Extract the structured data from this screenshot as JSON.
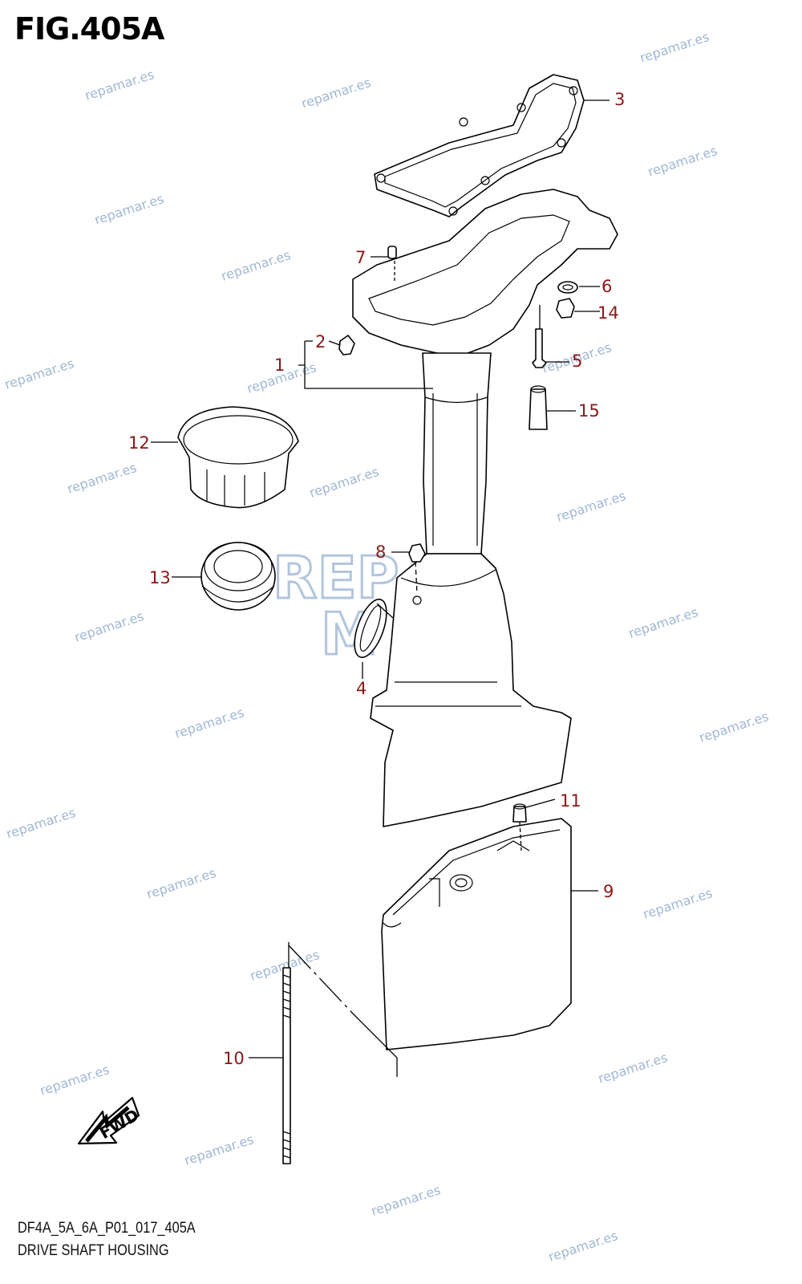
{
  "figure_title": "FIG.405A",
  "footer_code": "DF4A_5A_6A_P01_017_405A",
  "footer_name": "DRIVE SHAFT HOUSING",
  "watermark_text": "repamar.es",
  "logo_text_top": "REP",
  "logo_text_bottom": "M  R",
  "fwd_label": "FWD",
  "callout_color": "#8a1818",
  "watermark_color": "#9fb7d4",
  "callouts": {
    "c1": "1",
    "c2": "2",
    "c3": "3",
    "c4": "4",
    "c5": "5",
    "c6": "6",
    "c7": "7",
    "c8": "8",
    "c9": "9",
    "c10": "10",
    "c11": "11",
    "c12": "12",
    "c13": "13",
    "c14": "14",
    "c15": "15"
  }
}
